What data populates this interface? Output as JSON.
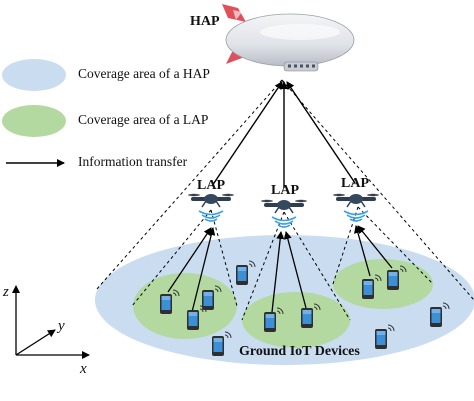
{
  "hap_label": "HAP",
  "lap_labels": [
    "LAP",
    "LAP",
    "LAP"
  ],
  "ground_label": "Ground IoT Devices",
  "legend": {
    "hap_coverage": "Coverage area of a HAP",
    "lap_coverage": "Coverage area of a LAP",
    "info_transfer": "Information transfer"
  },
  "axes": {
    "z": "z",
    "y": "y",
    "x": "x"
  },
  "colors": {
    "hap_area": "#c9dcf0",
    "lap_area": "#b3d9a0",
    "airship_body": "#e6e8ec",
    "airship_fin": "#e0505a",
    "signal": "#3da2e0",
    "drone": "#2c3e50",
    "phone_body": "#2f2f2f",
    "phone_screen": "#3d8fd6"
  }
}
